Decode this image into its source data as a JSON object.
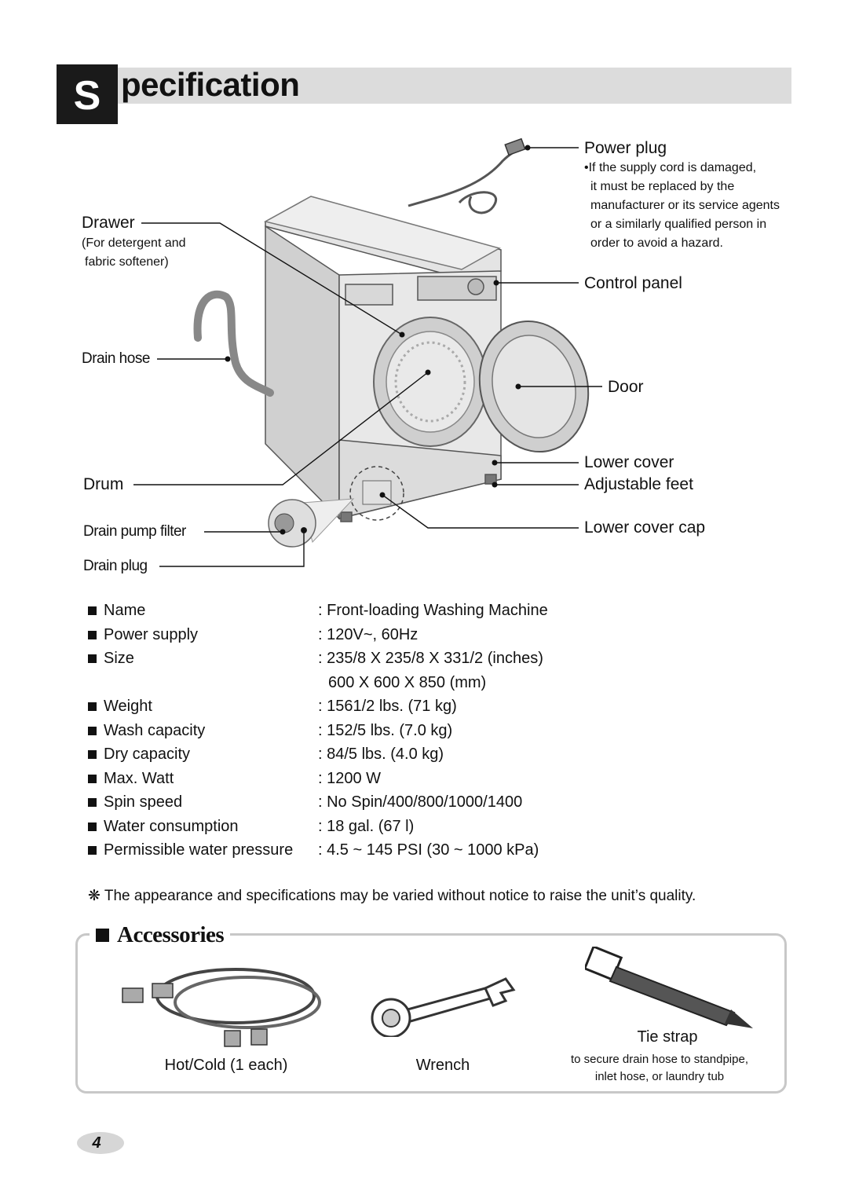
{
  "title": {
    "letter": "S",
    "rest": "pecification"
  },
  "diagram": {
    "labels": {
      "power_plug": "Power plug",
      "drawer": "Drawer",
      "drawer_note_1": "(For detergent and",
      "drawer_note_2": "fabric softener)",
      "drain_hose": "Drain hose",
      "control_panel": "Control panel",
      "door": "Door",
      "drum": "Drum",
      "lower_cover": "Lower cover",
      "adjustable_feet": "Adjustable feet",
      "drain_pump_filter": "Drain pump filter",
      "lower_cover_cap": "Lower cover cap",
      "drain_plug": "Drain plug"
    },
    "power_note": [
      "•If the supply cord is damaged,",
      "it must be replaced by the",
      "manufacturer or its service agents",
      "or a similarly qualified person in",
      "order to avoid a hazard."
    ]
  },
  "specs": [
    {
      "name": "Name",
      "value": ": Front-loading Washing Machine"
    },
    {
      "name": "Power supply",
      "value": ": 120V~, 60Hz"
    },
    {
      "name": "Size",
      "value": ": 235/8 X 235/8 X 331/2 (inches)"
    },
    {
      "name": "",
      "value": "600 X 600 X 850 (mm)"
    },
    {
      "name": "Weight",
      "value": ": 1561/2 lbs. (71 kg)"
    },
    {
      "name": "Wash capacity",
      "value": ": 152/5 lbs. (7.0 kg)"
    },
    {
      "name": "Dry capacity",
      "value": ": 84/5 lbs. (4.0 kg)"
    },
    {
      "name": "Max. Watt",
      "value": ": 1200 W"
    },
    {
      "name": "Spin speed",
      "value": ": No Spin/400/800/1000/1400"
    },
    {
      "name": "Water consumption",
      "value": ": 18 gal. (67 l)"
    },
    {
      "name": "Permissible water pressure",
      "value": ": 4.5 ~ 145 PSI (30 ~ 1000 kPa)"
    }
  ],
  "footnote": "❋ The appearance and specifications may be varied without notice to raise the unit’s quality.",
  "accessories": {
    "title": "Accessories",
    "hoses": "Hot/Cold (1 each)",
    "wrench": "Wrench",
    "tie_strap": "Tie strap",
    "tie_note_1": "to secure drain hose to standpipe,",
    "tie_note_2": "inlet hose, or laundry tub"
  },
  "page_number": "4"
}
